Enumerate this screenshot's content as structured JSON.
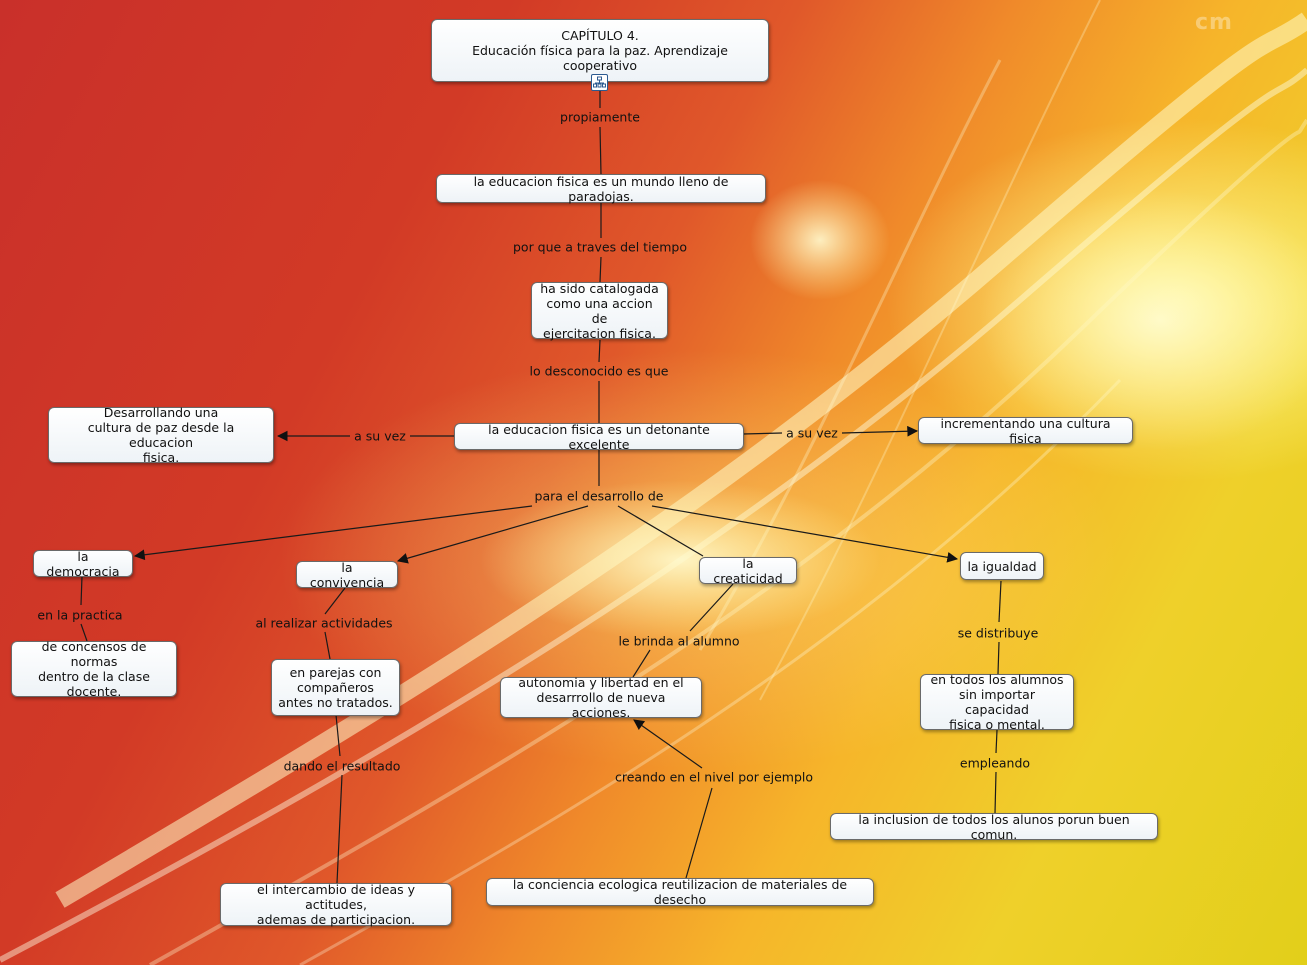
{
  "nodes": {
    "capitulo": "CAPÍTULO 4.\nEducación física para la paz. Aprendizaje cooperativo",
    "paradojas": "la educacion fisica es un mundo lleno de paradojas.",
    "catalogada": "ha sido catalogada\ncomo una accion de\nejercitacion fisica.",
    "detonante": "la educacion fisica es un detonante excelente",
    "cultura_paz": "Desarrollando una\ncultura de paz desde la educacion\nfisica.",
    "cultura_fisica": "incrementando una cultura fisica",
    "democracia": "la democracia",
    "convivencia": "la convivencia",
    "creaticidad": "la creaticidad",
    "igualdad": "la igualdad",
    "concensos": "de concensos de normas\ndentro de la clase\ndocente.",
    "parejas": "en parejas con\ncompañeros\nantes no tratados.",
    "autonomia": "autonomia y libertad en el\ndesarrrollo de nueva acciones.",
    "todos_alumnos": "en todos los alumnos\nsin importar capacidad\nfisica o mental.",
    "inclusion": "la inclusion de todos los alunos porun buen comun.",
    "intercambio": "el intercambio de ideas y actitudes,\nademas de participacion.",
    "conciencia": "la conciencia ecologica reutilizacion de materiales de desecho"
  },
  "links": {
    "propiamente": "propiamente",
    "por_que": "por que a traves del tiempo",
    "lo_desconocido": "lo desconocido es que",
    "a_su_vez_left": "a su vez",
    "a_su_vez_right": "a su vez",
    "para_desarrollo": "para el desarrollo de",
    "en_la_practica": "en la practica",
    "al_realizar": "al realizar actividades",
    "le_brinda": "le brinda al alumno",
    "se_distribuye": "se distribuye",
    "dando_resultado": "dando el resultado",
    "creando": "creando en el nivel por ejemplo",
    "empleando": "empleando"
  },
  "icons": {
    "submap": "submap-icon"
  },
  "colors": {
    "node_border": "#6a6a6a",
    "line": "#1a1a1a",
    "node_fill": "#ffffff"
  }
}
